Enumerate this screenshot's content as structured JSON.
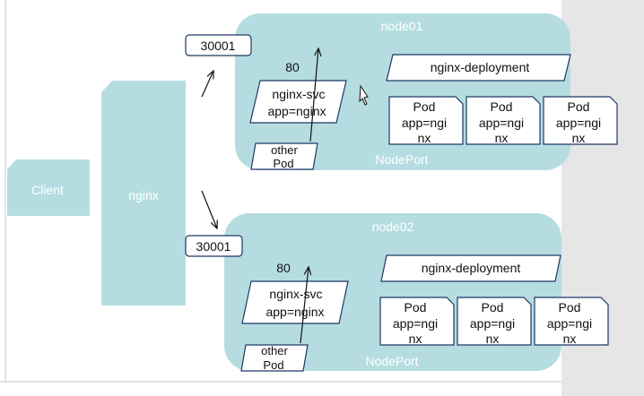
{
  "client": {
    "label": "Client"
  },
  "proxy": {
    "label": "nginx"
  },
  "nodes": [
    {
      "name": "node01",
      "port": "30001",
      "svc_port": "80",
      "svc_line1": "nginx-svc",
      "svc_line2": "app=nginx",
      "other_line1": "other",
      "other_line2": "Pod",
      "deployment": "nginx-deployment",
      "service_type": "NodePort",
      "pods": [
        {
          "title": "Pod",
          "l1": "app=ngi",
          "l2": "nx"
        },
        {
          "title": "Pod",
          "l1": "app=ngi",
          "l2": "nx"
        },
        {
          "title": "Pod",
          "l1": "app=ngi",
          "l2": "nx"
        }
      ]
    },
    {
      "name": "node02",
      "port": "30001",
      "svc_port": "80",
      "svc_line1": "nginx-svc",
      "svc_line2": "app=nginx",
      "other_line1": "other",
      "other_line2": "Pod",
      "deployment": "nginx-deployment",
      "service_type": "NodePort",
      "pods": [
        {
          "title": "Pod",
          "l1": "app=ngi",
          "l2": "nx"
        },
        {
          "title": "Pod",
          "l1": "app=ngi",
          "l2": "nx"
        },
        {
          "title": "Pod",
          "l1": "app=ngi",
          "l2": "nx"
        }
      ]
    }
  ],
  "colors": {
    "teal": "#b5dde1",
    "border": "#1f3864",
    "side_panel": "#e6e6e6"
  }
}
